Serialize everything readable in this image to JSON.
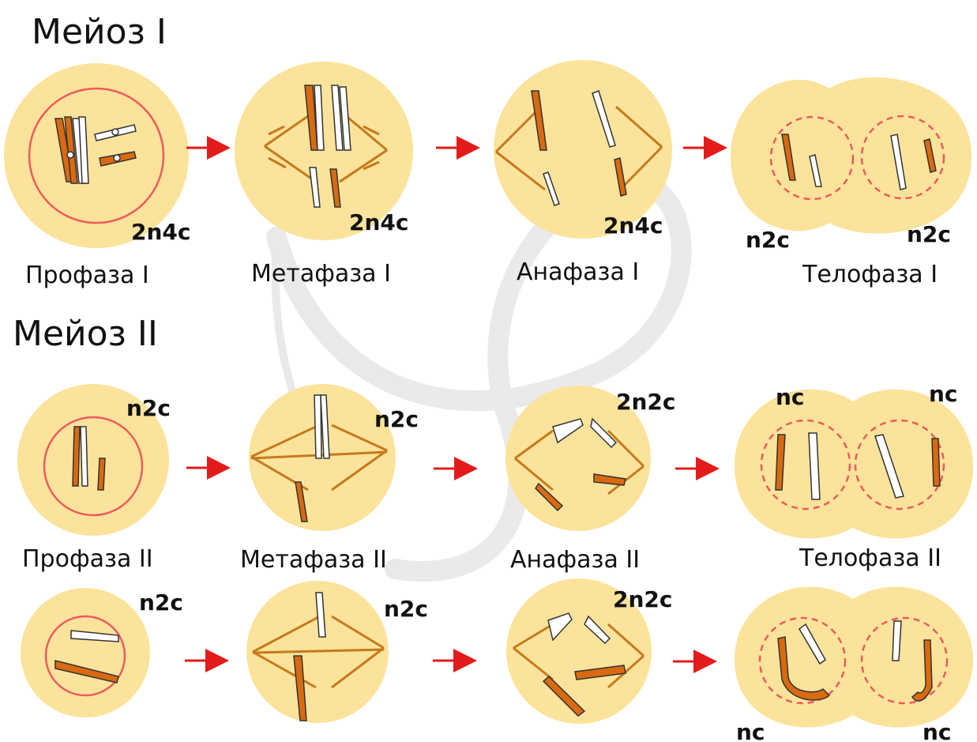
{
  "sections": {
    "meiosis1": {
      "title": "Мейоз I",
      "stages": [
        "Профаза I",
        "Метафаза I",
        "Анафаза I",
        "Телофаза I"
      ],
      "ploidy": [
        "2n4c",
        "2n4c",
        "2n4c",
        "n2c",
        "n2c"
      ]
    },
    "meiosis2": {
      "title": "Мейоз II",
      "stages": [
        "Профаза II",
        "Метафаза II",
        "Анафаза II",
        "Телофаза II"
      ],
      "ploidy_row1": [
        "n2c",
        "n2c",
        "2n2c",
        "nc",
        "nc"
      ],
      "ploidy_row2": [
        "n2c",
        "n2c",
        "2n2c",
        "nc",
        "nc"
      ]
    }
  },
  "colors": {
    "cell": "#fce39b",
    "membrane": "#ee5b5b",
    "chromosome": "#d86a10",
    "chromosome_light": "#ffffff",
    "spindle": "#c57a1c",
    "arrow": "#e31b1b",
    "watermark": "#d9d9d9"
  }
}
